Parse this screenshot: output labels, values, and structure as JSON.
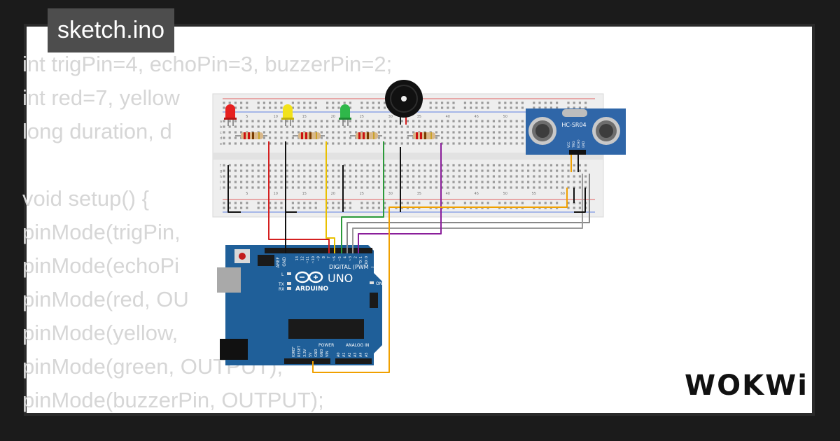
{
  "tab": {
    "filename": "sketch.ino"
  },
  "code_lines": [
    "int trigPin=4, echoPin=3, buzzerPin=2;",
    "int red=7, yellow",
    "long duration, d",
    "",
    "void setup() {",
    "pinMode(trigPin,",
    "pinMode(echoPi",
    "pinMode(red, OU",
    "pinMode(yellow,",
    "pinMode(green, OUTPUT);",
    "pinMode(buzzerPin, OUTPUT);"
  ],
  "brand": {
    "logo": "WOKWi"
  },
  "arduino": {
    "name": "UNO",
    "brand": "ARDUINO",
    "digital_label": "DIGITAL (PWM ~)",
    "power_label": "POWER",
    "analog_label": "ANALOG IN",
    "on_label": "ON",
    "tx": "TX",
    "rx": "RX",
    "l": "L",
    "aref": "AREF",
    "gnd": "GND",
    "digital_pins": [
      "13",
      "12",
      "~11",
      "~10",
      "~9",
      "8",
      "7",
      "~6",
      "~5",
      "4",
      "~3",
      "2",
      "TX 1",
      "RX 0"
    ],
    "power_pins": [
      "IOREF",
      "RESET",
      "3.3V",
      "5V",
      "GND",
      "GND",
      "VIN"
    ],
    "analog_pins": [
      "A0",
      "A1",
      "A2",
      "A3",
      "A4",
      "A5"
    ]
  },
  "breadboard": {
    "row_labels": [
      "a",
      "b",
      "c",
      "d",
      "e",
      "f",
      "g",
      "h",
      "i",
      "j"
    ],
    "col_numbers": [
      "5",
      "10",
      "15",
      "20",
      "25",
      "30",
      "35",
      "40",
      "45",
      "50",
      "55",
      "60"
    ]
  },
  "sensor": {
    "label": "HC-SR04",
    "pins": [
      "VCC",
      "TRIG",
      "ECHO",
      "GND"
    ]
  },
  "colors": {
    "arduino_blue": "#1f5f99",
    "sensor_blue": "#2f66a8",
    "wire_red": "#d42020",
    "wire_black": "#111111",
    "wire_yellow": "#e9c000",
    "wire_green": "#2b9a3a",
    "wire_grey": "#888888",
    "wire_purple": "#8a1e9a",
    "wire_orange": "#f0a000"
  }
}
